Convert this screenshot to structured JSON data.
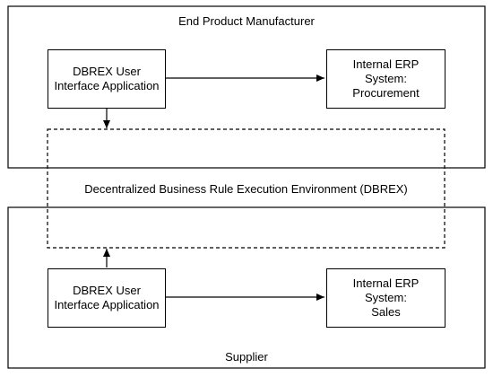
{
  "manufacturer": {
    "title": "End Product Manufacturer",
    "ui_app": "DBREX User\nInterface Application",
    "erp": "Internal ERP System:\nProcurement"
  },
  "dbrex": {
    "title": "Decentralized Business Rule Execution Environment (DBREX)"
  },
  "supplier": {
    "title": "Supplier",
    "ui_app": "DBREX User\nInterface Application",
    "erp": "Internal ERP System:\nSales"
  },
  "colors": {
    "line": "#000000",
    "background": "#ffffff"
  }
}
